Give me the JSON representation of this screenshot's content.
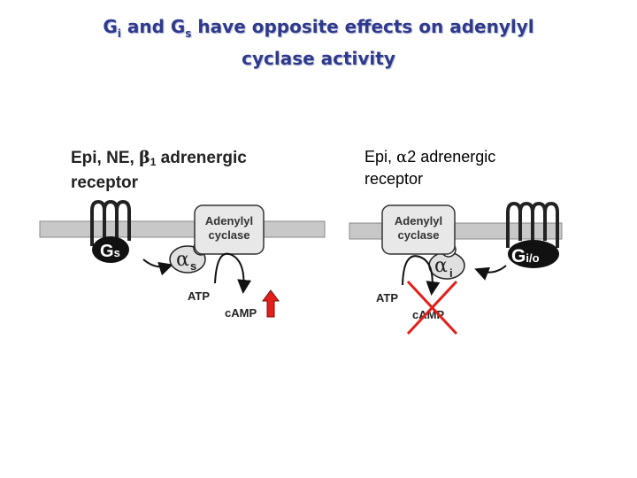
{
  "title": {
    "line1_g1": "G",
    "line1_sub_i": "i",
    "line1_and": " and G",
    "line1_sub_s": "s",
    "line1_rest": " have opposite effects on adenylyl",
    "line2": "cyclase activity"
  },
  "left_panel": {
    "label_part1": "Epi, NE, ",
    "label_beta": "β",
    "label_sub": "1",
    "label_part2": " adrenergic",
    "label_line2": "receptor",
    "g_protein": "G",
    "g_protein_sub": "s",
    "alpha": "α",
    "alpha_sub": "s",
    "sign": "+",
    "enzyme_line1": "Adenylyl",
    "enzyme_line2": "cyclase",
    "substrate": "ATP",
    "product": "cAMP",
    "arrow_color": "#e0201b"
  },
  "right_panel": {
    "label_part1": "Epi, ",
    "label_alpha": "α",
    "label_part2": "2 adrenergic",
    "label_line2": "receptor",
    "g_protein": "G",
    "g_protein_sub": "i/o",
    "alpha": "α",
    "alpha_sub": "i",
    "sign": "−",
    "enzyme_line1": "Adenylyl",
    "enzyme_line2": "cyclase",
    "substrate": "ATP",
    "product": "cAMP",
    "cross_color": "#e0201b"
  },
  "colors": {
    "title": "#2f3a8c",
    "membrane": "#c8c8c8",
    "g_protein": "#111111",
    "enzyme_fill": "#e8e8e8"
  }
}
